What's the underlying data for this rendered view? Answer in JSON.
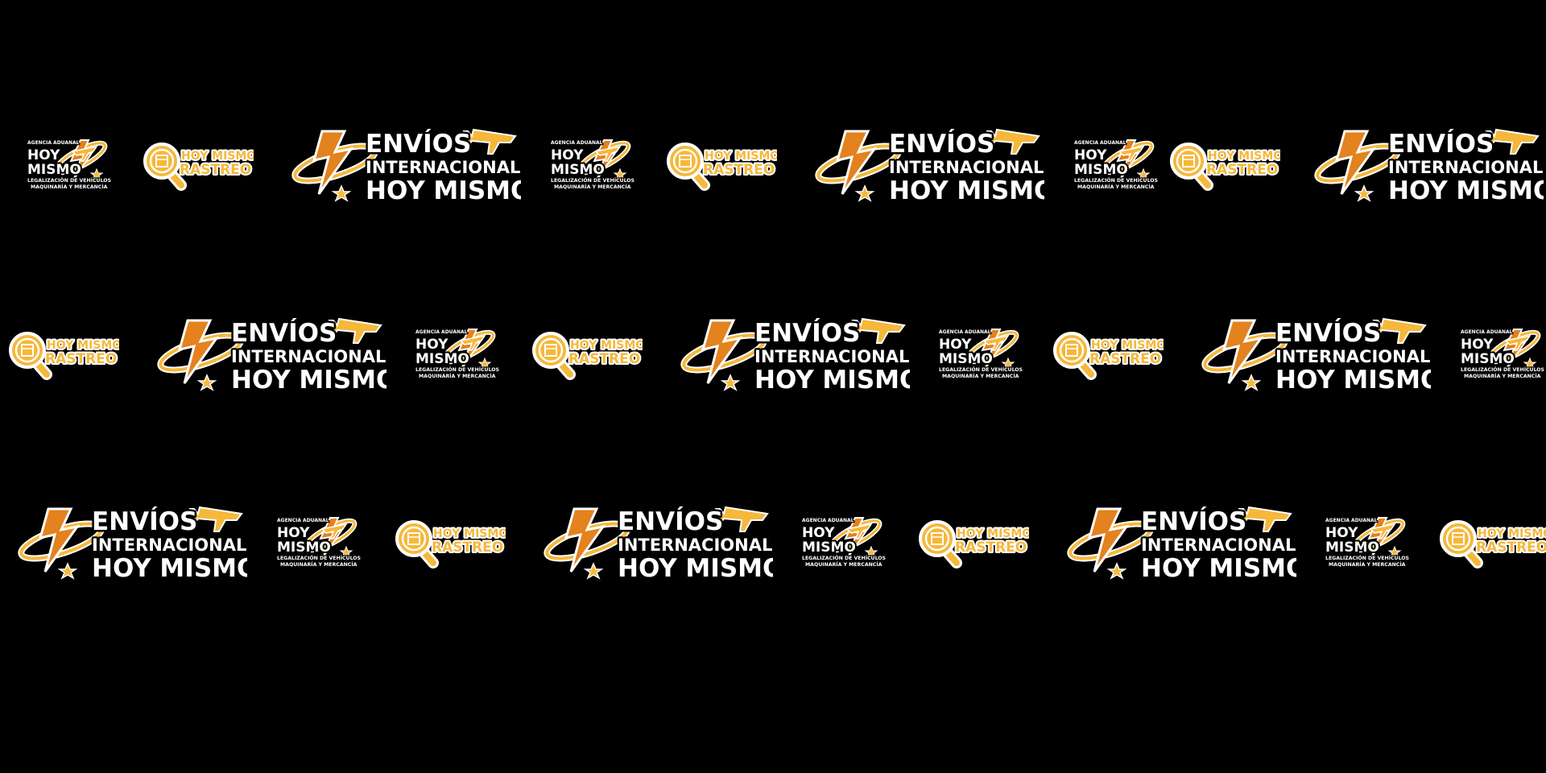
{
  "colors": {
    "background": "#000000",
    "brand_yellow": "#f6b83a",
    "brand_orange": "#e3821e",
    "outline_white": "#ffffff"
  },
  "logos": {
    "agencia": {
      "icon": "lightning-plane-orbit-icon",
      "line1": "AGENCIA ADUANAL",
      "line2": "HOY",
      "line3": "MISMO",
      "line4": "LEGALIZACIÓN DE VEHÍCULOS",
      "line5": "MAQUINARÍA Y MERCANCÍA"
    },
    "rastreo": {
      "icon": "magnifier-package-icon",
      "line1": "HOY MISMO",
      "line2": "RASTREO"
    },
    "envios": {
      "icon": "lightning-orbit-plane-icon",
      "line1": "ENVÍOS",
      "line2": "INTERNACIONALES",
      "line3": "HOY MISMO"
    }
  },
  "rows": [
    [
      "agencia",
      "rastreo",
      "envios",
      "agencia",
      "rastreo",
      "envios",
      "agencia",
      "rastreo",
      "envios"
    ],
    [
      "rastreo",
      "envios",
      "agencia",
      "rastreo",
      "envios",
      "agencia",
      "rastreo",
      "envios",
      "agencia"
    ],
    [
      "envios",
      "agencia",
      "rastreo",
      "envios",
      "agencia",
      "rastreo",
      "envios",
      "agencia",
      "rastreo"
    ]
  ]
}
